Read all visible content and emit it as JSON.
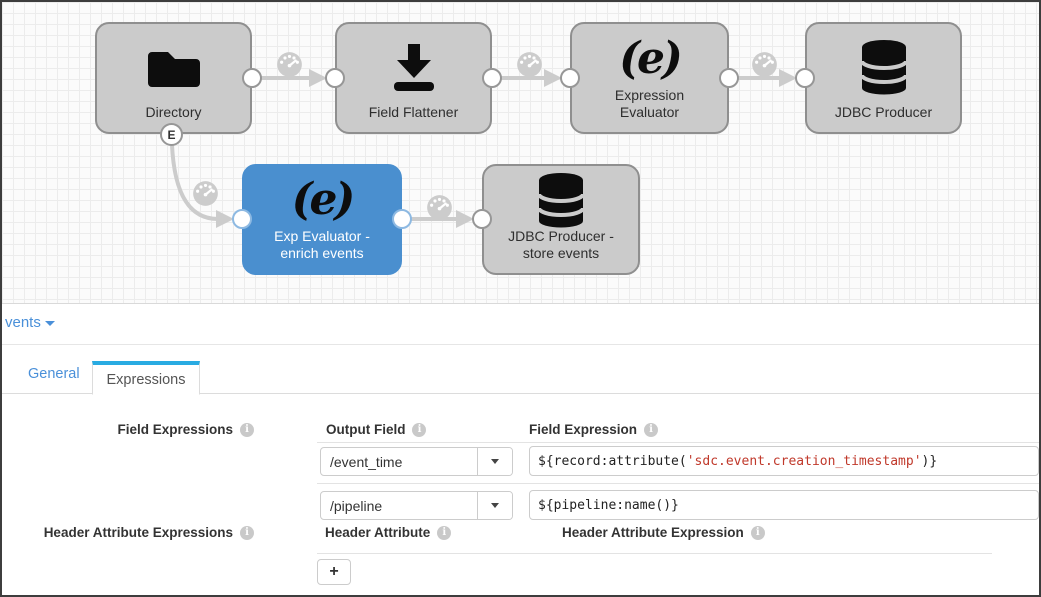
{
  "canvas": {
    "nodes": [
      {
        "id": "directory",
        "icon": "folder-icon",
        "lines": [
          "Directory"
        ],
        "selected": false
      },
      {
        "id": "field-flattener",
        "icon": "download-icon",
        "lines": [
          "Field Flattener"
        ],
        "selected": false
      },
      {
        "id": "expression-evaluator",
        "icon": "expression-icon",
        "lines": [
          "Expression",
          "Evaluator"
        ],
        "selected": false
      },
      {
        "id": "jdbc-producer",
        "icon": "database-icon",
        "lines": [
          "JDBC Producer"
        ],
        "selected": false
      },
      {
        "id": "exp-evaluator-enrich-events",
        "icon": "expression-icon",
        "lines": [
          "Exp Evaluator -",
          "enrich events"
        ],
        "selected": true
      },
      {
        "id": "jdbc-producer-store-events",
        "icon": "database-icon",
        "lines": [
          "JDBC Producer -",
          "store events"
        ],
        "selected": false
      }
    ],
    "event_port_label": "E"
  },
  "panel": {
    "stage_selector": {
      "visible_text": "vents"
    },
    "tabs": [
      {
        "label": "General",
        "active": false
      },
      {
        "label": "Expressions",
        "active": true
      }
    ],
    "field_expressions": {
      "label": "Field Expressions",
      "col_output_field": "Output Field",
      "col_field_expression": "Field Expression",
      "rows": [
        {
          "output_field": "/event_time",
          "expr_prefix": "${record:attribute(",
          "expr_highlight": "'sdc.event.creation_timestamp'",
          "expr_suffix": ")}"
        },
        {
          "output_field": "/pipeline",
          "expr_prefix": "${pipeline:name()}",
          "expr_highlight": "",
          "expr_suffix": ""
        }
      ]
    },
    "header_attribute_expressions": {
      "label": "Header Attribute Expressions",
      "col_header_attribute": "Header Attribute",
      "col_header_attribute_expression": "Header Attribute Expression",
      "add_button_label": "+"
    }
  },
  "colors": {
    "selected_node": "#4a8fcf",
    "node_fill": "#cbcbcb",
    "node_border": "#8f8f8f",
    "link_gray": "#cccccc",
    "tab_active_accent": "#29abe2",
    "link_blue": "#4a90d9",
    "expression_highlight": "#c0392b"
  }
}
